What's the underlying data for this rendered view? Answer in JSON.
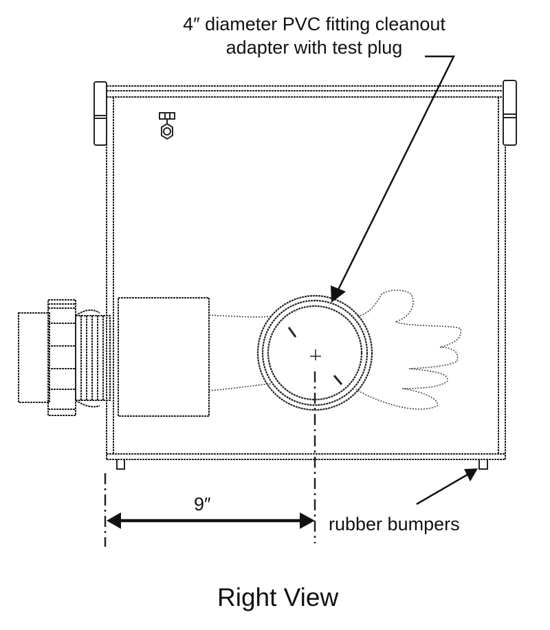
{
  "figure": {
    "caption": "Right View",
    "callouts": {
      "adapter_line1": "4″ diameter PVC fitting cleanout",
      "adapter_line2": "adapter with test plug",
      "bumpers": "rubber bumpers"
    },
    "dimensions": {
      "adapter_offset": "9″"
    },
    "colors": {
      "ink": "#111111",
      "light_ink": "#555555",
      "paper": "#ffffff"
    }
  }
}
